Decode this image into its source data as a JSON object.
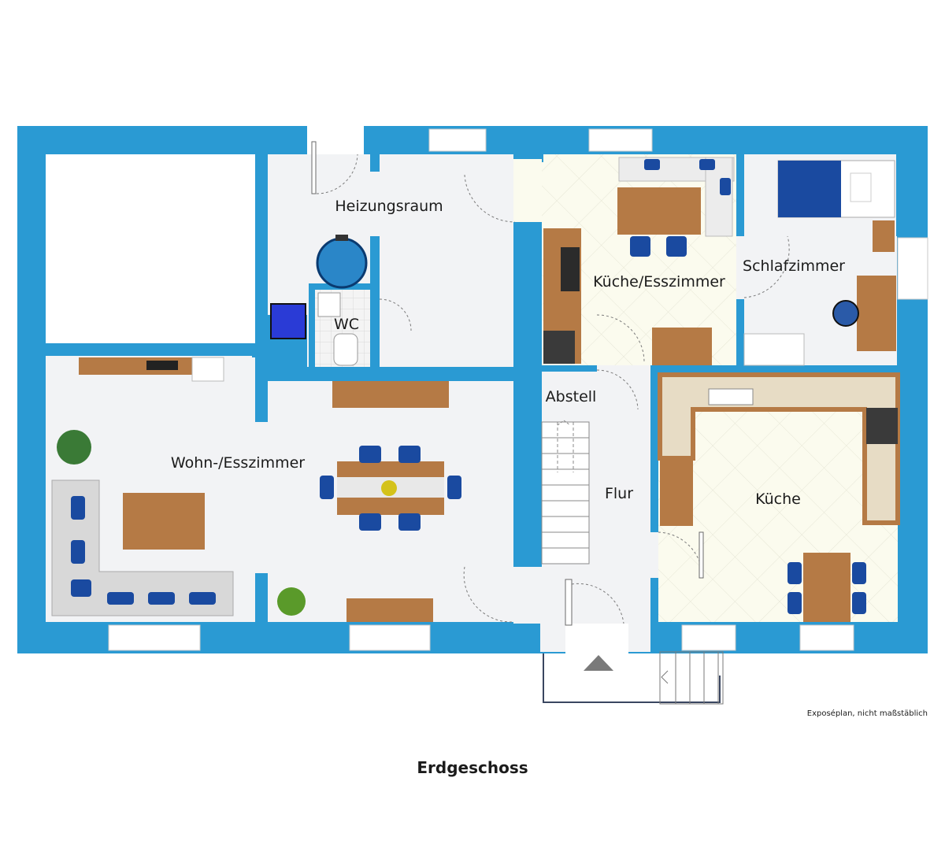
{
  "plan": {
    "floor_name": "Erdgeschoss",
    "disclaimer": "Exposéplan, nicht maßstäblich",
    "colors": {
      "wall": "#2a9ad3",
      "floor": "#f2f3f5",
      "tile": "#fbfbee",
      "wood": "#b57a45",
      "furniture_blue": "#1a4aa0"
    }
  },
  "rooms": [
    {
      "id": "heizungsraum",
      "label": "Heizungsraum"
    },
    {
      "id": "wc",
      "label": "WC"
    },
    {
      "id": "kueche-esszimmer",
      "label": "Küche/Esszimmer"
    },
    {
      "id": "schlafzimmer",
      "label": "Schlafzimmer"
    },
    {
      "id": "abstell",
      "label": "Abstell"
    },
    {
      "id": "wohn-esszimmer",
      "label": "Wohn-/Esszimmer"
    },
    {
      "id": "flur",
      "label": "Flur"
    },
    {
      "id": "kueche",
      "label": "Küche"
    }
  ]
}
